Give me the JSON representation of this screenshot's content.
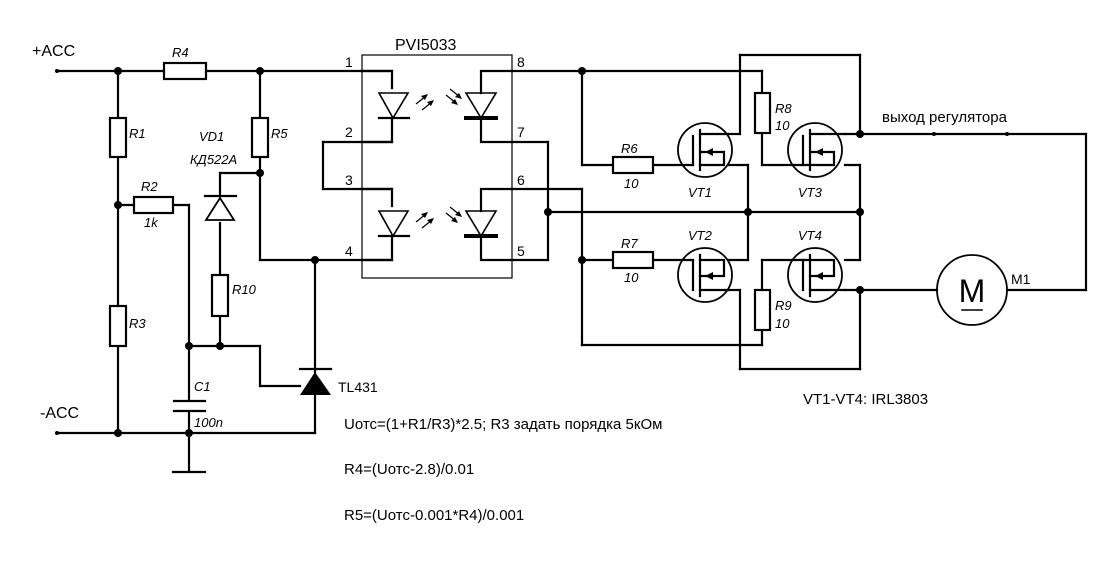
{
  "terminals": {
    "plus": "+ACC",
    "minus": "-ACC"
  },
  "ic": {
    "name": "PVI5033",
    "pins": [
      "1",
      "2",
      "3",
      "4",
      "5",
      "6",
      "7",
      "8"
    ]
  },
  "resistors": {
    "R1": {
      "ref": "R1"
    },
    "R2": {
      "ref": "R2",
      "value": "1k"
    },
    "R3": {
      "ref": "R3"
    },
    "R4": {
      "ref": "R4"
    },
    "R5": {
      "ref": "R5"
    },
    "R6": {
      "ref": "R6",
      "value": "10"
    },
    "R7": {
      "ref": "R7",
      "value": "10"
    },
    "R8": {
      "ref": "R8",
      "value": "10"
    },
    "R9": {
      "ref": "R9",
      "value": "10"
    },
    "R10": {
      "ref": "R10"
    }
  },
  "diode": {
    "ref": "VD1",
    "part": "КД522А"
  },
  "capacitor": {
    "ref": "C1",
    "value": "100n"
  },
  "regulator": {
    "part": "TL431"
  },
  "transistors": {
    "VT1": "VT1",
    "VT2": "VT2",
    "VT3": "VT3",
    "VT4": "VT4",
    "note": "VT1-VT4: IRL3803"
  },
  "motor": {
    "symbol": "M",
    "ref": "M1"
  },
  "output_label": "выход регулятора",
  "formulas": [
    "Uотс=(1+R1/R3)*2.5;  R3 задать порядка 5кОм",
    "R4=(Uотс-2.8)/0.01",
    "R5=(Uотс-0.001*R4)/0.001"
  ]
}
